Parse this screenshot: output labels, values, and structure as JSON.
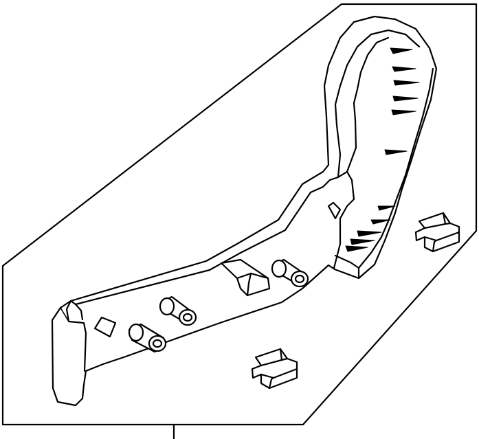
{
  "diagram": {
    "parts": [
      {
        "name": "seat-side-trim-panel"
      },
      {
        "name": "retaining-clip"
      },
      {
        "name": "retaining-clip"
      }
    ],
    "colors": {
      "line": "#000000",
      "background": "#ffffff"
    }
  }
}
